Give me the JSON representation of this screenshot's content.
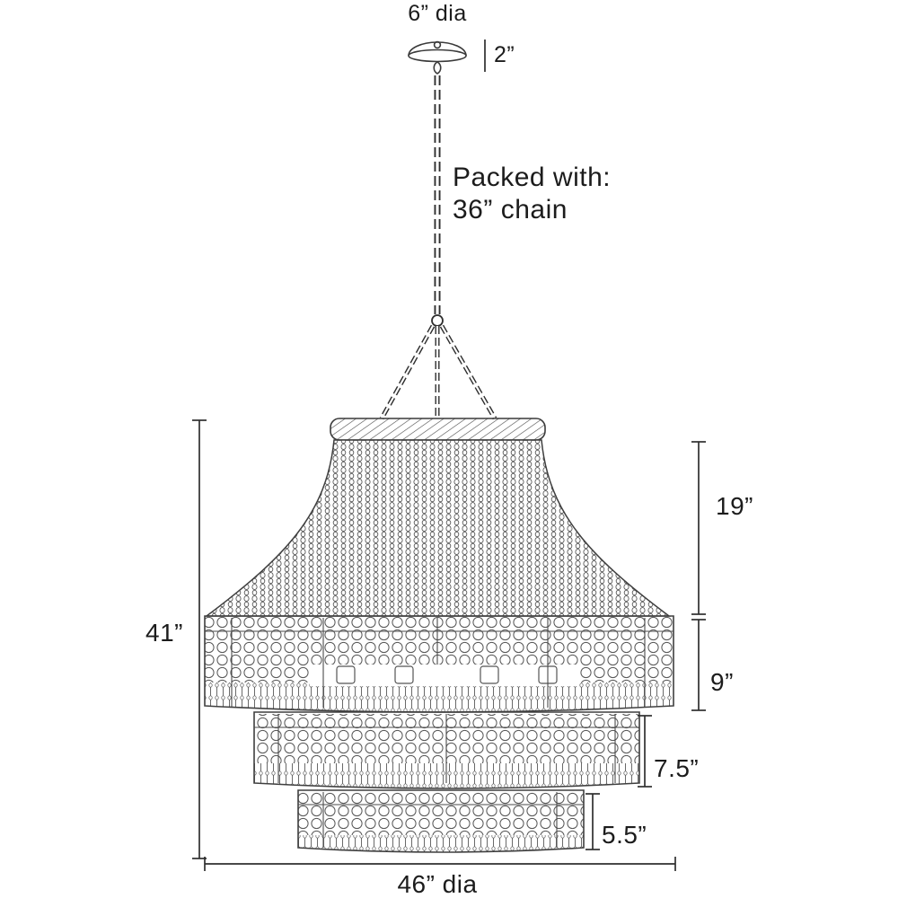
{
  "diagram": {
    "title": "Chandelier dimension diagram",
    "labels": {
      "canopy_diameter": "6” dia",
      "canopy_height": "2”",
      "packed_line1": "Packed with:",
      "packed_line2": "36” chain",
      "tier_bell_height": "19”",
      "tier_drum1_height": "9”",
      "tier_drum2_height": "7.5”",
      "tier_drum3_height": "5.5”",
      "overall_height": "41”",
      "overall_diameter": "46” dia"
    },
    "colors": {
      "line": "#3a3a3a",
      "text": "#1c1c1c",
      "background": "#ffffff"
    }
  }
}
